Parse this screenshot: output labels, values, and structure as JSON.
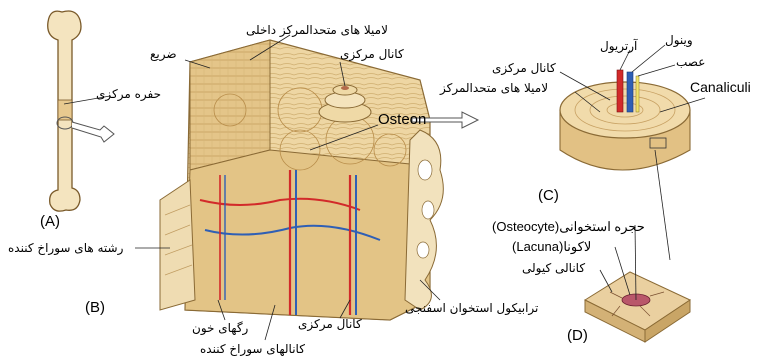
{
  "panels": {
    "a": "(A)",
    "b": "(B)",
    "c": "(C)",
    "d": "(D)"
  },
  "labels": {
    "medullary_cavity": "حفره مرکزی",
    "periosteum": "ضریع",
    "inner_circumferential_lamellae": "لامیلا های متحدالمرکز داخلی",
    "central_canal_b": "کانال مرکزی",
    "osteon": "Osteon",
    "perforating_fibers": "رشته های سوراخ کننده",
    "blood_vessels": "رگهای خون",
    "perforating_canals": "کانالهای سوراخ کننده",
    "central_canal_bottom": "کانال مرکزی",
    "spongy_trabeculae": "ترابیکول استخوان اسفنجی",
    "vein": "وینول",
    "artery": "آرتریول",
    "nerve": "عصب",
    "central_canal_c": "کانال مرکزی",
    "concentric_lamellae": "لامیلا های متحدالمرکز",
    "canaliculi": "Canaliculi",
    "osteocyte": "حجره استخوانی(Osteocyte)",
    "lacuna": "لاکونا(Lacuna)",
    "canaliculi_fa": "کانالی کیولی"
  },
  "colors": {
    "bone": "#e9cf98",
    "bone_dark": "#c9a867",
    "artery": "#d22a2a",
    "vein": "#2f5fb5",
    "nerve": "#f1e36b"
  }
}
